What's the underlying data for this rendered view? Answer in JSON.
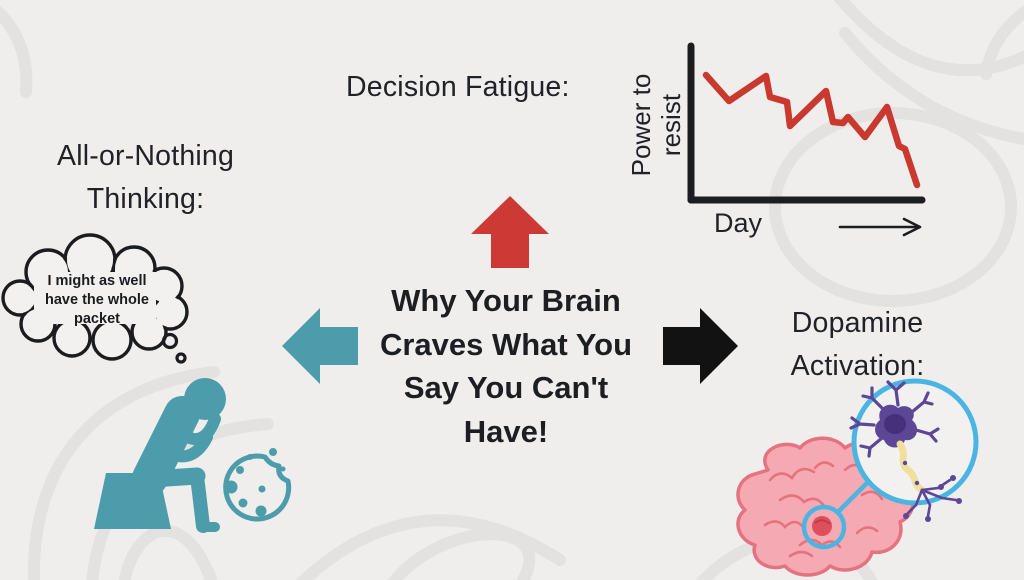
{
  "title": {
    "full": "Why Your Brain Craves What You Say You Can't Have!",
    "lines": [
      "Why Your Brain",
      "Craves What You",
      "Say You Can't",
      "Have!"
    ]
  },
  "sections": {
    "decision_fatigue": {
      "label": "Decision Fatigue:"
    },
    "all_or_nothing": {
      "label_lines": [
        "All-or-Nothing",
        "Thinking:"
      ],
      "thought_bubble_lines": [
        "I might as well",
        "have the whole",
        "packet"
      ]
    },
    "dopamine": {
      "label_lines": [
        "Dopamine",
        "Activation:"
      ]
    }
  },
  "chart_data": {
    "type": "line",
    "title": "Decision Fatigue",
    "xlabel": "Day",
    "ylabel": "Power to resist",
    "legend": null,
    "grid": false,
    "axis_style": "thick black L axes, no ticks, rightward arrow beside x label",
    "line_color": "#c9392f",
    "x": [
      1,
      2,
      3,
      4,
      5,
      6,
      7,
      8,
      9,
      10,
      11,
      12,
      13,
      14,
      15
    ],
    "values": [
      81,
      64,
      80,
      67,
      63,
      48,
      70,
      50,
      50,
      54,
      41,
      60,
      35,
      33,
      10
    ],
    "ylim": [
      0,
      100
    ],
    "trend": "zigzag declining power to resist over the day",
    "pixel_polyline": [
      [
        706,
        75
      ],
      [
        729,
        101
      ],
      [
        766,
        76
      ],
      [
        770,
        97
      ],
      [
        787,
        102
      ],
      [
        790,
        126
      ],
      [
        826,
        91
      ],
      [
        833,
        122
      ],
      [
        843,
        123
      ],
      [
        848,
        117
      ],
      [
        865,
        137
      ],
      [
        887,
        107
      ],
      [
        899,
        146
      ],
      [
        905,
        149
      ],
      [
        917,
        185
      ]
    ]
  },
  "colors": {
    "background": "#efeeec",
    "ink": "#1c1d20",
    "red_arrow": "#cd3a35",
    "chart_line": "#c9392f",
    "teal": "#4c9cac",
    "black_arrow": "#121212",
    "brain_fill": "#f5a9b3",
    "brain_outline": "#e5737f",
    "reward_dot_red": "#dd4f5b",
    "magnifier_blue": "#4ab5e3",
    "neuron_purple": "#5b4796",
    "neuron_core_purple": "#453179",
    "axon_yellow": "#f0e09e",
    "watermark_gray": "#e3e2e0"
  },
  "icons": {
    "up_arrow": "red-solid-up-arrow",
    "left_arrow": "teal-solid-left-arrow",
    "right_arrow": "black-solid-right-arrow",
    "thought_bubble": "cloud-outline-thought-bubble",
    "person": "teal-dejected-person-sitting-head-in-hands",
    "cookie": "teal-outline-bitten-cookie-with-chips",
    "brain": "pink-brain-with-highlighted-reward-center",
    "neuron": "purple-neuron-inside-blue-magnifier-circle",
    "x_axis_arrow": "thin-right-arrow"
  }
}
